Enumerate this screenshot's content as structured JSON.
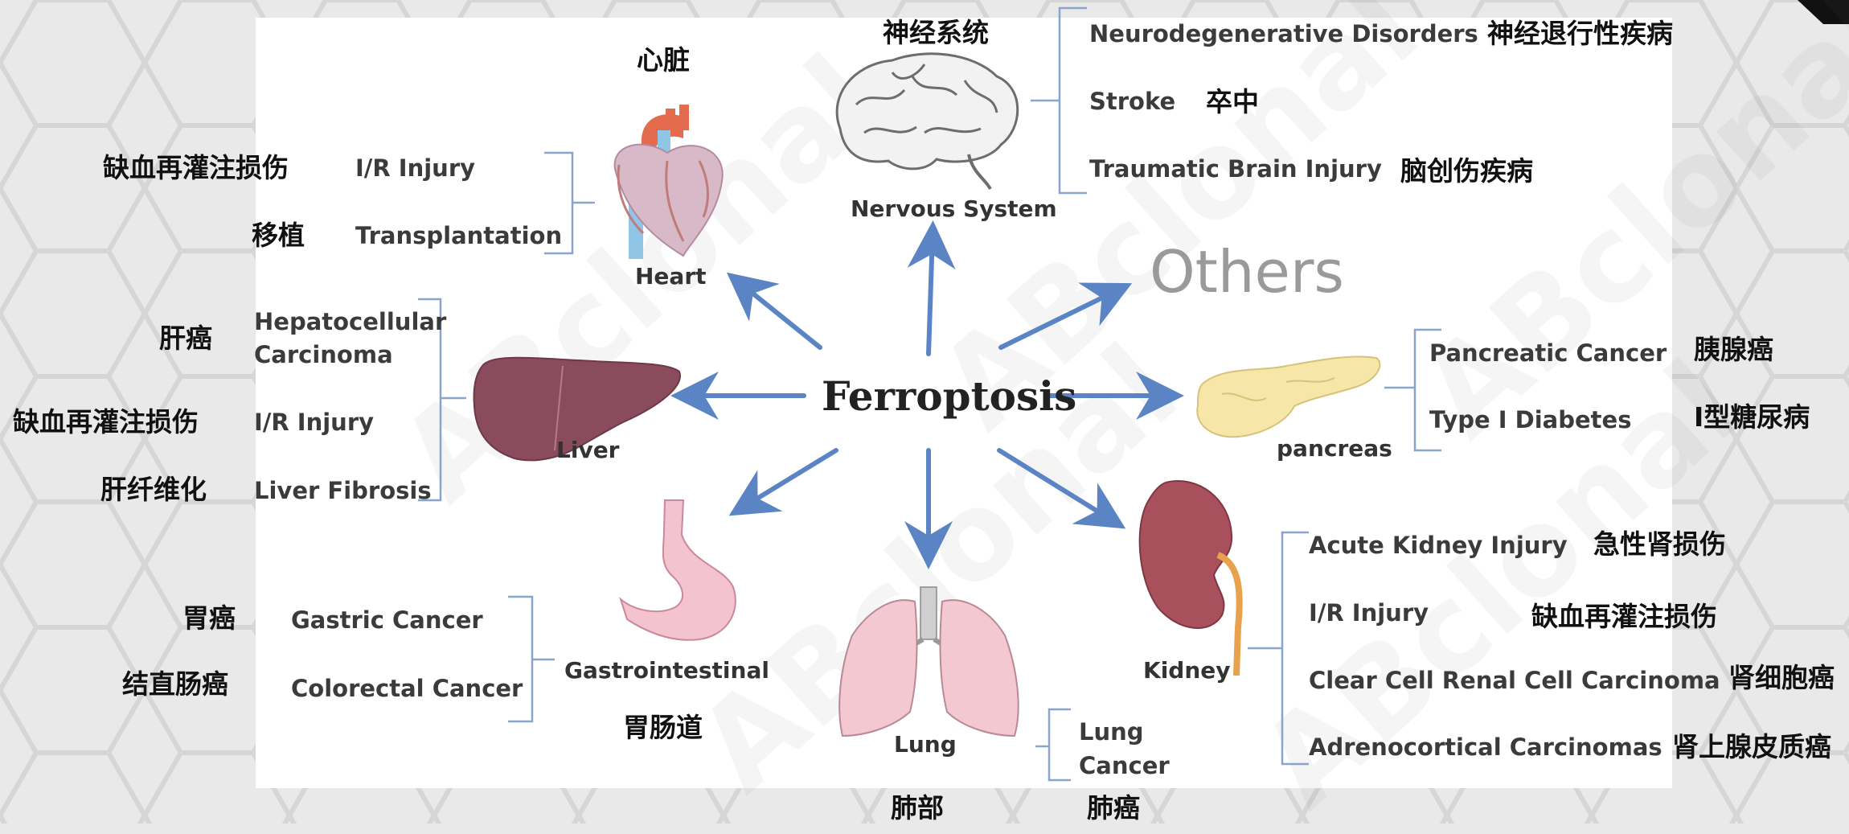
{
  "center": {
    "label": "Ferroptosis"
  },
  "others": {
    "label": "Others"
  },
  "heart": {
    "label": "Heart",
    "zh": "心脏",
    "items": [
      {
        "en": "I/R Injury",
        "zh": "缺血再灌注损伤"
      },
      {
        "en": "Transplantation",
        "zh": "移植"
      }
    ]
  },
  "nervous": {
    "label": "Nervous System",
    "zh": "神经系统",
    "items": [
      {
        "en": "Neurodegenerative Disorders",
        "zh": "神经退行性疾病"
      },
      {
        "en": "Stroke",
        "zh": "卒中"
      },
      {
        "en": "Traumatic Brain Injury",
        "zh": "脑创伤疾病"
      }
    ]
  },
  "liver": {
    "label": "Liver",
    "items": [
      {
        "en": "Hepatocellular",
        "en2": "Carcinoma",
        "zh": "肝癌"
      },
      {
        "en": "I/R Injury",
        "zh": "缺血再灌注损伤"
      },
      {
        "en": "Liver Fibrosis",
        "zh": "肝纤维化"
      }
    ]
  },
  "pancreas": {
    "label": "pancreas",
    "items": [
      {
        "en": "Pancreatic Cancer",
        "zh": "胰腺癌"
      },
      {
        "en": "Type Ⅰ Diabetes",
        "zh": "I型糖尿病"
      }
    ]
  },
  "gastro": {
    "label": "Gastrointestinal",
    "zh": "胃肠道",
    "items": [
      {
        "en": "Gastric Cancer",
        "zh": "胃癌"
      },
      {
        "en": "Colorectal Cancer",
        "zh": "结直肠癌"
      }
    ]
  },
  "lung": {
    "label": "Lung",
    "zh": "肺部",
    "items": [
      {
        "en": "Lung",
        "en2": "Cancer",
        "zh": "肺癌"
      }
    ]
  },
  "kidney": {
    "label": "Kidney",
    "items": [
      {
        "en": "Acute Kidney Injury",
        "zh": "急性肾损伤"
      },
      {
        "en": "I/R Injury",
        "zh": "缺血再灌注损伤"
      },
      {
        "en": "Clear Cell Renal Cell Carcinoma",
        "zh": "肾细胞癌"
      },
      {
        "en": "Adrenocortical Carcinomas",
        "zh": "肾上腺皮质癌"
      }
    ]
  },
  "watermark": "ABclonal",
  "colors": {
    "arrow": "#5b84c4",
    "bracket": "#7f9fcf",
    "panel": "#ffffff",
    "background": "#e9e9e9"
  }
}
